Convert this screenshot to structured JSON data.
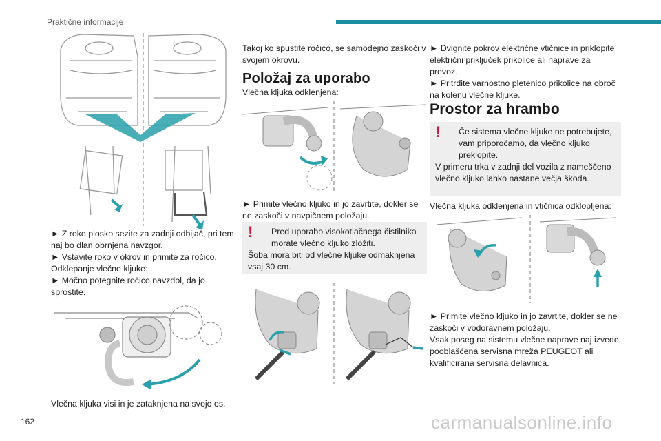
{
  "header": {
    "section_title": "Praktične informacije"
  },
  "page_number": "162",
  "watermark": "carmanualsonline.info",
  "col1": {
    "para1": [
      "► Z roko plosko sezite za zadnji odbijač, pri tem naj bo dlan obrnjena navzgor.",
      "► Vstavite roko v okrov in primite za ročico.",
      "Odklepanje vlečne kljuke:",
      "► Močno potegnite ročico navzdol, da jo sprostite."
    ],
    "caption": "Vlečna kljuka visi in je zataknjena na svojo os."
  },
  "col2": {
    "intro": "Takoj ko spustite ročico, se samodejno zaskoči v svojem okrovu.",
    "heading": "Položaj za uporabo",
    "sub": "Vlečna kljuka odklenjena:",
    "step": "► Primite vlečno kljuko in jo zavrtite, dokler se ne zaskoči v navpičnem položaju.",
    "warning_lead": "Pred uporabo visokotlačnega čistilnika morate vlečno kljuko zložiti.",
    "warning_rest": "Šoba mora biti od vlečne kljuke odmaknjena vsaj 30 cm."
  },
  "col3": {
    "para1": [
      "► Dvignite pokrov električne vtičnice in priklopite električni priključek prikolice ali naprave za prevoz.",
      "► Pritrdite varnostno pletenico prikolice na obroč na kolenu vlečne kljuke."
    ],
    "heading": "Prostor za hrambo",
    "warning_lead": "Če sistema vlečne kljuke ne potrebujete, vam priporočamo, da vlečno kljuko preklopite.",
    "warning_rest": "V primeru trka v zadnji del vozila z nameščeno vlečno kljuko lahko nastane večja škoda.",
    "sub": "Vlečna kljuka odklenjena in vtičnica odklopljena:",
    "para2": [
      "► Primite vlečno kljuko in jo zavrtite, dokler se ne zaskoči v vodoravnem položaju.",
      "Vsak poseg na sistemu vlečne naprave naj izvede pooblaščena servisna mreža PEUGEOT ali kvalificirana servisna delavnica."
    ]
  },
  "colors": {
    "accent": "#1a8fa0",
    "warning": "#d2143a",
    "note_bg": "#eeeeee"
  },
  "icons": [
    "exclamation-icon",
    "arrow-icon"
  ]
}
